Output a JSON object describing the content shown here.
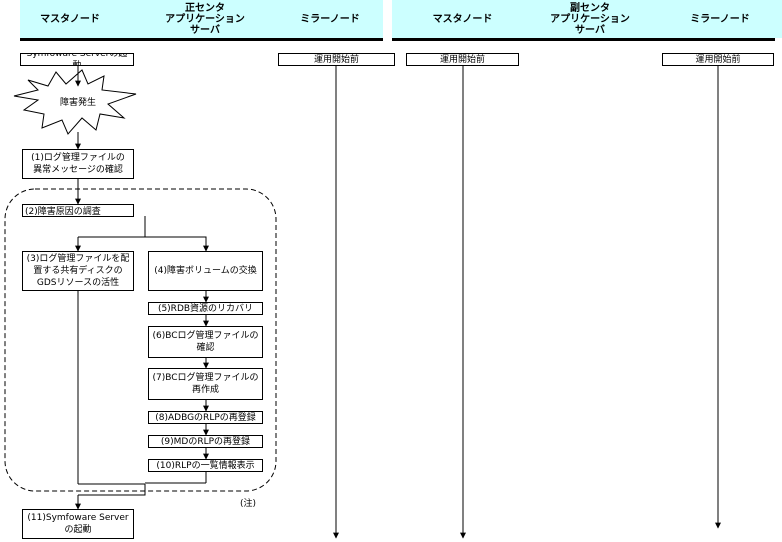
{
  "header": {
    "primary_site": {
      "master": "マスタノード",
      "app_server": "正センタ\nアプリケーション\nサーバ",
      "mirror": "ミラーノード"
    },
    "secondary_site": {
      "master": "マスタノード",
      "app_server": "副センタ\nアプリケーション\nサーバ",
      "mirror": "ミラーノード"
    }
  },
  "lanes": {
    "primary_mirror_state": "運用開始前",
    "secondary_master_state": "運用開始前",
    "secondary_mirror_state": "運用開始前"
  },
  "flow": {
    "start": "Symfoware Serverの起動",
    "failure": "障害発生",
    "step1": "(1)ログ管理ファイルの\n異常メッセージの確認",
    "step2": "(2)障害原因の調査",
    "step3": "(3)ログ管理ファイルを配\n置する共有ディスクの\nGDSリソースの活性",
    "step4": "(4)障害ボリュームの交換",
    "step5": "(5)RDB資源のリカバリ",
    "step6": "(6)BCログ管理ファイルの\n確認",
    "step7": "(7)BCログ管理ファイルの\n再作成",
    "step8": "(8)ADBGのRLPの再登録",
    "step9": "(9)MDのRLPの再登録",
    "step10": "(10)RLPの一覧情報表示",
    "step11": "(11)Symfoware Server\nの起動",
    "note": "(注)"
  }
}
